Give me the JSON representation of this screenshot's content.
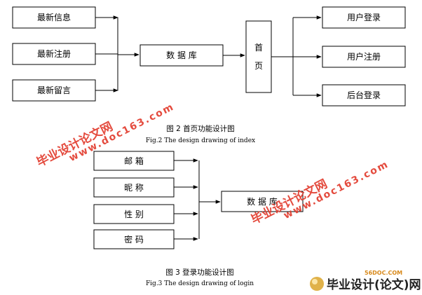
{
  "fig2": {
    "nodes": {
      "news_info": "最新信息",
      "news_register": "最新注册",
      "news_message": "最新留言",
      "database": "数 据 库",
      "homepage": "首\n\n页",
      "user_login": "用户登录",
      "user_register": "用户注册",
      "admin_login": "后台登录"
    },
    "caption_cn": "图 2  首页功能设计图",
    "caption_en": "Fig.2     The design drawing of index"
  },
  "fig3": {
    "nodes": {
      "email": "邮  箱",
      "nickname": "昵  称",
      "gender": "性  别",
      "password": "密  码",
      "database": "数  据  库"
    },
    "caption_cn": "图 3  登录功能设计图",
    "caption_en": "Fig.3     The design drawing of login"
  },
  "watermarks": {
    "site_cn": "毕业设计论文网",
    "site_url": "www.doc163.com"
  },
  "logo": {
    "name": "毕业设计(论文)网",
    "url": "56DOC.COM"
  }
}
